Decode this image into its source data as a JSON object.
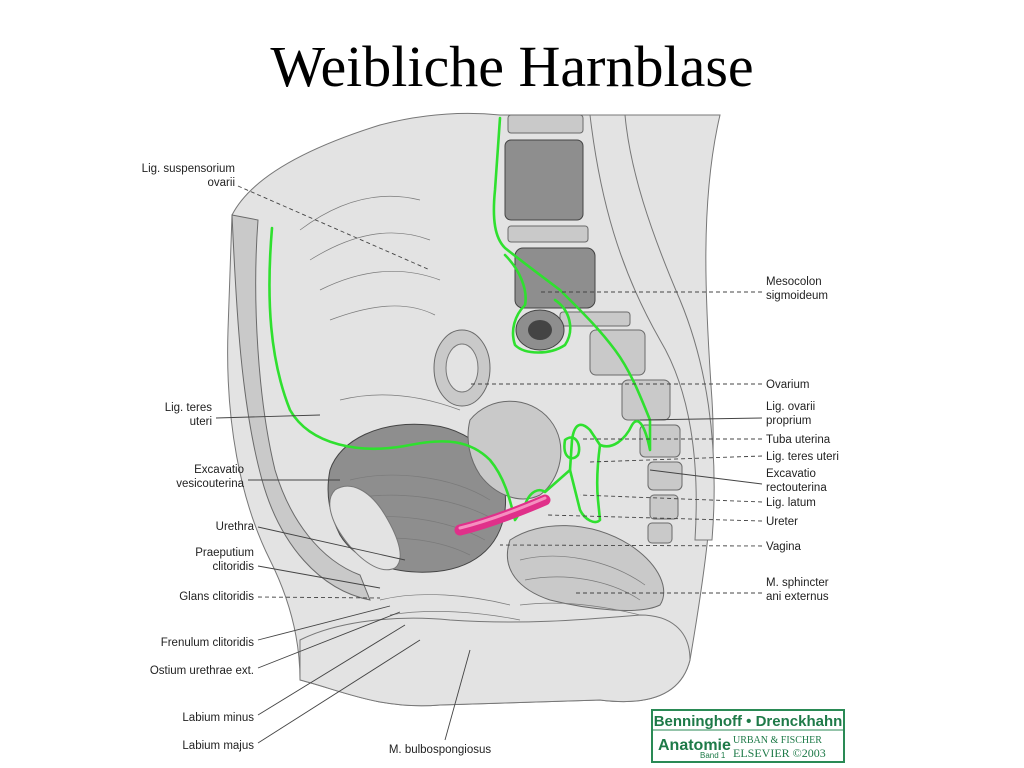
{
  "title": "Weibliche Harnblase",
  "labels": {
    "left": {
      "lig_suspensorium_1": "Lig. suspensorium",
      "lig_suspensorium_2": "ovarii",
      "lig_teres_1": "Lig. teres",
      "lig_teres_2": "uteri",
      "excavatio_vesico_1": "Excavatio",
      "excavatio_vesico_2": "vesicouterina",
      "urethra": "Urethra",
      "praeputium_1": "Praeputium",
      "praeputium_2": "clitoridis",
      "glans": "Glans clitoridis",
      "frenulum": "Frenulum clitoridis",
      "ostium": "Ostium urethrae ext.",
      "labium_minus": "Labium minus",
      "labium_majus": "Labium majus"
    },
    "right": {
      "mesocolon_1": "Mesocolon",
      "mesocolon_2": "sigmoideum",
      "ovarium": "Ovarium",
      "lig_ovarii_1": "Lig. ovarii",
      "lig_ovarii_2": "proprium",
      "tuba": "Tuba uterina",
      "lig_teres_uteri": "Lig. teres uteri",
      "excavatio_recto_1": "Excavatio",
      "excavatio_recto_2": "rectouterina",
      "lig_latum": "Lig. latum",
      "ureter": "Ureter",
      "vagina": "Vagina",
      "sphincter_1": "M. sphincter",
      "sphincter_2": "ani externus"
    },
    "bottom": {
      "bulbospongiosus": "M. bulbospongiosus"
    }
  },
  "logo": {
    "top": "Benninghoff • Drenckhahn",
    "anatomie": "Anatomie",
    "band": "Band 1",
    "publisher": "URBAN & FISCHER",
    "elsevier": "ELSEVIER ©2003"
  },
  "colors": {
    "peritoneum": "#2fe02f",
    "urethra": "#e0308a",
    "logo": "#1e7a48"
  }
}
